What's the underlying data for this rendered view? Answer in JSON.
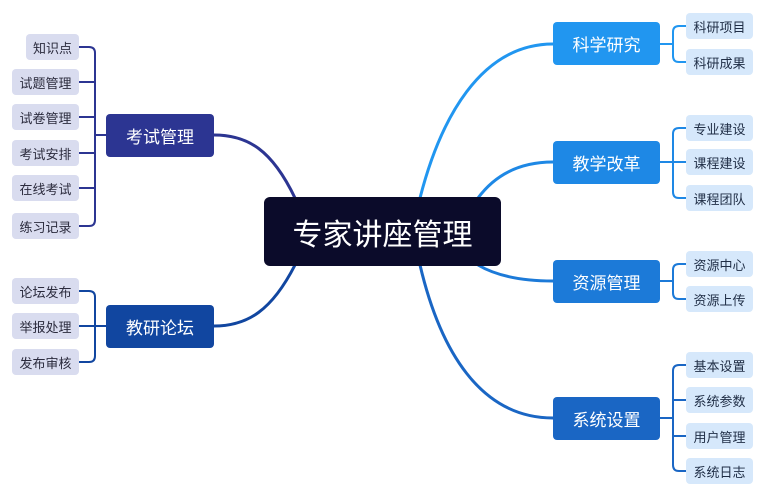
{
  "root": {
    "label": "专家讲座管理"
  },
  "branches": {
    "exam": {
      "label": "考试管理",
      "color": "#2c3592",
      "items": [
        "知识点",
        "试题管理",
        "试卷管理",
        "考试安排",
        "在线考试",
        "练习记录"
      ]
    },
    "forum": {
      "label": "教研论坛",
      "color": "#1146a0",
      "items": [
        "论坛发布",
        "举报处理",
        "发布审核"
      ]
    },
    "research": {
      "label": "科学研究",
      "color": "#2196f0",
      "items": [
        "科研项目",
        "科研成果"
      ]
    },
    "reform": {
      "label": "教学改革",
      "color": "#1e88e5",
      "items": [
        "专业建设",
        "课程建设",
        "课程团队"
      ]
    },
    "resource": {
      "label": "资源管理",
      "color": "#1c7ad8",
      "items": [
        "资源中心",
        "资源上传"
      ]
    },
    "system": {
      "label": "系统设置",
      "color": "#1a66c4",
      "items": [
        "基本设置",
        "系统参数",
        "用户管理",
        "系统日志"
      ]
    }
  }
}
